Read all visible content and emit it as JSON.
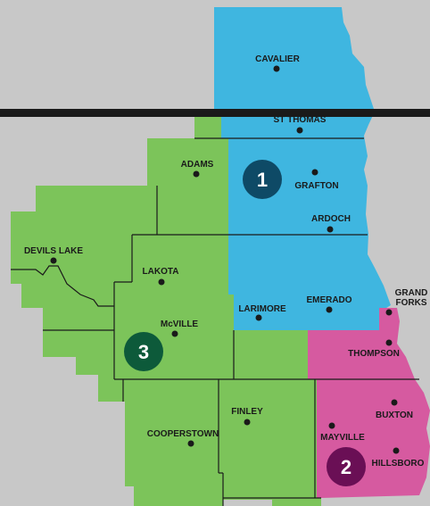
{
  "colors": {
    "background": "#c8c8c8",
    "region_1": "#3fb6e0",
    "region_2": "#d65aa0",
    "region_3": "#7cc45a",
    "badge_1": "#0e4a66",
    "badge_2": "#6a0f55",
    "badge_3": "#0d5a3a",
    "border": "#1a1a1a"
  },
  "regions": [
    {
      "id": "1",
      "label": "1"
    },
    {
      "id": "2",
      "label": "2"
    },
    {
      "id": "3",
      "label": "3"
    }
  ],
  "cities": [
    {
      "id": "cavalier",
      "name": "CAVALIER"
    },
    {
      "id": "st-thomas",
      "name": "ST THOMAS"
    },
    {
      "id": "adams",
      "name": "ADAMS"
    },
    {
      "id": "grafton",
      "name": "GRAFTON"
    },
    {
      "id": "ardoch",
      "name": "ARDOCH"
    },
    {
      "id": "devils-lake",
      "name": "DEVILS LAKE"
    },
    {
      "id": "lakota",
      "name": "LAKOTA"
    },
    {
      "id": "grand-forks-1",
      "name": "GRAND"
    },
    {
      "id": "grand-forks-2",
      "name": "FORKS"
    },
    {
      "id": "emerado",
      "name": "EMERADO"
    },
    {
      "id": "larimore",
      "name": "LARIMORE"
    },
    {
      "id": "mcville",
      "name": "McVILLE"
    },
    {
      "id": "thompson",
      "name": "THOMPSON"
    },
    {
      "id": "finley",
      "name": "FINLEY"
    },
    {
      "id": "buxton",
      "name": "BUXTON"
    },
    {
      "id": "mayville",
      "name": "MAYVILLE"
    },
    {
      "id": "cooperstown",
      "name": "COOPERSTOWN"
    },
    {
      "id": "hillsboro",
      "name": "HILLSBORO"
    }
  ]
}
